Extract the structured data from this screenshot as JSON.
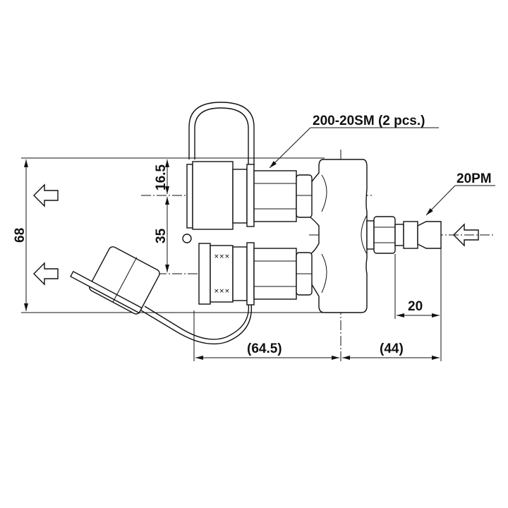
{
  "labels": {
    "socket_part": "200-20SM (2 pcs.)",
    "plug_part": "20PM"
  },
  "dimensions": {
    "overall_height": "68",
    "top_offset": "16.5",
    "pitch": "35",
    "socket_length": "(64.5)",
    "plug_length": "(44)",
    "plug_tip": "20"
  }
}
